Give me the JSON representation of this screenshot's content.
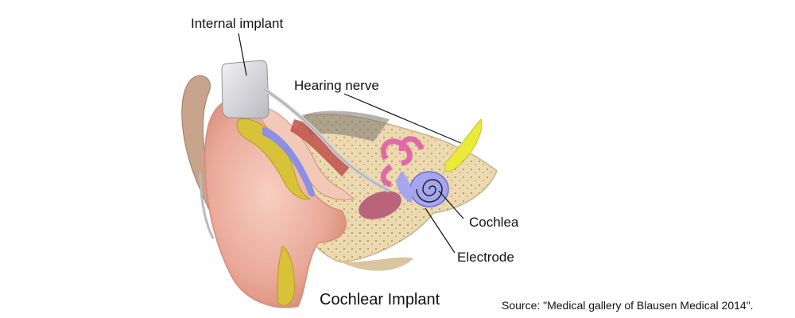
{
  "labels": {
    "internal_implant": "Internal implant",
    "hearing_nerve": "Hearing nerve",
    "cochlea": "Cochlea",
    "electrode": "Electrode"
  },
  "title": "Cochlear Implant",
  "source": "Source: \"Medical gallery of Blausen Medical 2014\".",
  "colors": {
    "skin": "#f0b7a6",
    "bone": "#efe0b8",
    "nerve": "#e9ea3a",
    "cochlea": "#a5a6ef",
    "canals": "#e06aa6",
    "fat": "#d8c23a",
    "implant": "#dcdcdf"
  }
}
